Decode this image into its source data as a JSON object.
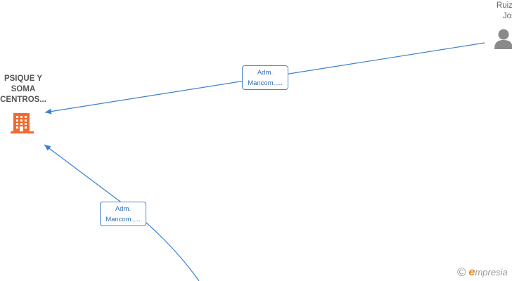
{
  "nodes": {
    "company": {
      "label_lines": [
        "PSIQUE Y",
        "SOMA",
        "CENTROS..."
      ],
      "icon": "building-icon",
      "color": "#f26a2e"
    },
    "person": {
      "label_lines": [
        "Ruiz Ma",
        "Jose"
      ],
      "icon": "person-icon",
      "color": "#8a8a8a"
    }
  },
  "edges": [
    {
      "from": "person",
      "to": "company",
      "label_lines": [
        "Adm.",
        "Mancom.,..."
      ]
    },
    {
      "from": "offscreen-node",
      "to": "company",
      "label_lines": [
        "Adm.",
        "Mancom.,..."
      ]
    }
  ],
  "edge_color": "#3a7fd0",
  "watermark": {
    "symbol": "©",
    "brand_initial": "e",
    "brand_rest": "mpresia"
  }
}
